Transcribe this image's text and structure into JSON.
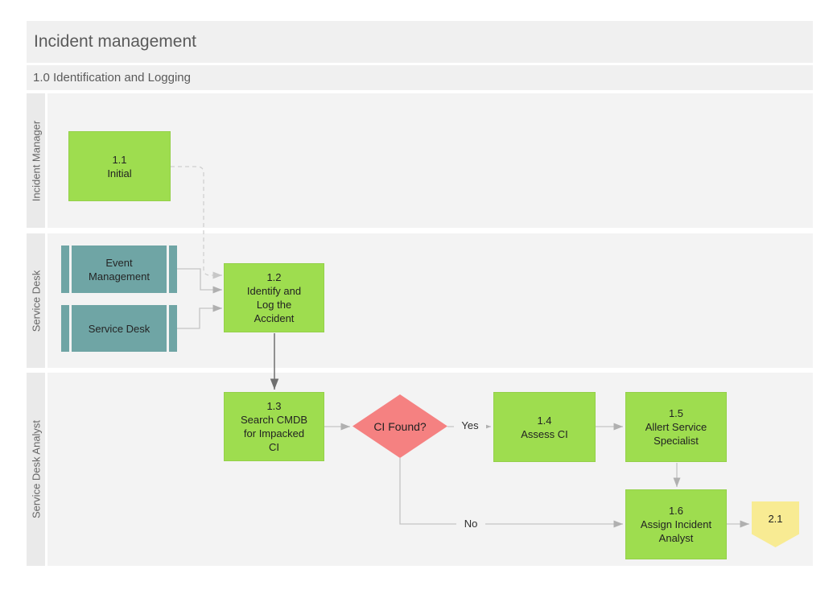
{
  "header": {
    "title": "Incident management",
    "subtitle": "1.0 Identification and Logging"
  },
  "lanes": [
    {
      "label": "Incident Manager"
    },
    {
      "label": "Service Desk"
    },
    {
      "label": "Service Desk Analyst"
    }
  ],
  "nodes": {
    "initial": {
      "id": "1.1",
      "label": "Initial"
    },
    "event_management": {
      "label": "Event\nManagement"
    },
    "service_desk": {
      "label": "Service Desk"
    },
    "identify_log": {
      "id": "1.2",
      "label": "Identify and\nLog the\nAccident"
    },
    "search_cmdb": {
      "id": "1.3",
      "label": "Search CMDB\nfor Impacked\nCI"
    },
    "ci_found": {
      "label": "CI Found?"
    },
    "assess_ci": {
      "id": "1.4",
      "label": "Assess CI"
    },
    "alert_specialist": {
      "id": "1.5",
      "label": "Allert Service\nSpecialist"
    },
    "assign_analyst": {
      "id": "1.6",
      "label": "Assign Incident\nAnalyst"
    },
    "offpage_connector": {
      "label": "2.1"
    }
  },
  "edge_labels": {
    "yes": "Yes",
    "no": "No"
  },
  "colors": {
    "process_green": "#9edd4f",
    "external_teal": "#6fa5a5",
    "decision_red": "#f58181",
    "offpage_yellow": "#f8eb93"
  }
}
